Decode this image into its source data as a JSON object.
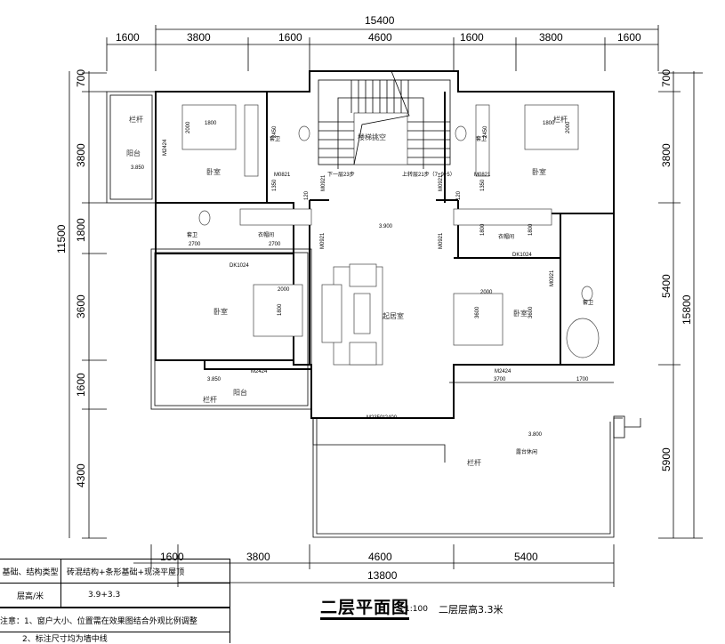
{
  "top_dims": {
    "total": "15400",
    "segments": [
      "1600",
      "3800",
      "1600",
      "4600",
      "1600",
      "3800",
      "1600"
    ]
  },
  "left_dims": {
    "total": "11500",
    "segments": [
      "700",
      "3800",
      "1800",
      "3600",
      "1600",
      "4300"
    ]
  },
  "right_dims": {
    "total": "15800",
    "segments": [
      "700",
      "3800",
      "5400",
      "5900"
    ]
  },
  "bottom_dims": {
    "total": "13800",
    "segments": [
      "1600",
      "3800",
      "4600",
      "5400"
    ]
  },
  "rooms": {
    "balcony_nw": "阳台",
    "balcony_nw_elev": "3.850",
    "railing_nw": "栏杆",
    "bedroom_nw": "卧室",
    "bath_nw": "套卫",
    "bath_w": "套卫",
    "closet_w": "衣帽间",
    "bedroom_w": "卧室",
    "balcony_sw_elev": "3.850",
    "balcony_sw": "阳台",
    "railing_sw": "栏杆",
    "stair_void": "楼梯挑空",
    "living_elev": "3.900",
    "living": "起居室",
    "bedroom_e": "卧室",
    "closet_e": "衣帽间",
    "bedroom_ne": "卧室",
    "bath_ne": "套卫",
    "bath_e": "套卫",
    "terrace_elev": "3.800",
    "terrace": "露台休闲",
    "railing_terrace": "栏杆",
    "railing_ne": "栏杆"
  },
  "annotations": {
    "stair_down": "下一层23步",
    "stair_up": "上转层21步（7+9+5）",
    "bed_w_nw": "1800",
    "bed_h_nw": "2000",
    "bed_w_ne": "1800",
    "bed_h_ne": "2000",
    "bath_h_nw": "2450",
    "bath_h_ne": "2450",
    "gap_nw": "1350",
    "gap_ne": "1350",
    "closet_w_a": "2700",
    "closet_w_b": "2700",
    "closet_h_e1": "1800",
    "closet_h_e2": "1800",
    "bed_w": "1800",
    "bed_w_w": "2000",
    "bed_e_a": "2000",
    "bed_e_b": "3600",
    "bed_e_c": "3600",
    "dim_3700": "3700",
    "dim_1700": "1700",
    "door_120a": "120",
    "door_120b": "120"
  },
  "doors": {
    "m2424_nw": "M2424",
    "m0821_w": "M0821",
    "m0921_w1": "M0921",
    "m0921_w2": "M0921",
    "dk1024_w": "DK1024",
    "m2424_sw": "M2424",
    "m2350": "M2350*2400",
    "m2424_se": "M2424",
    "dk1024_e": "DK1024",
    "m0821_e": "M0821",
    "m0921_e1": "M0921",
    "m0921_e2": "M0921",
    "m0921_e3": "M0921"
  },
  "table": {
    "rows": [
      {
        "label": "基础、结构类型",
        "value": "砖混结构+条形基础+现浇平屋顶"
      },
      {
        "label": "层高/米",
        "value": "3.9+3.3"
      }
    ],
    "note1": "注意：1、窗户大小、位置需在效果图结合外观比例调整",
    "note2": "2、标注尺寸均为墙中线"
  },
  "title": {
    "name": "二层平面图",
    "scale": "1:100",
    "height_note": "二层层高3.3米"
  }
}
